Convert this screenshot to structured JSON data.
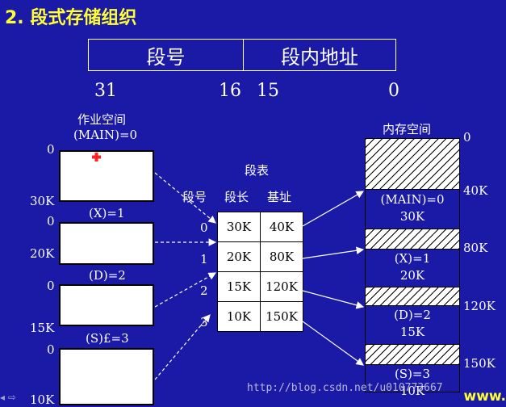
{
  "title": "2. 段式存储组织",
  "address_format": {
    "segment_field": "段号",
    "offset_field": "段内地址"
  },
  "bit_labels": [
    "31",
    "16",
    "15",
    "0"
  ],
  "job_space": {
    "header_line1": "作业空间",
    "header_line2": "(MAIN)=0",
    "segments": [
      {
        "name": "(MAIN)=0",
        "start": "0",
        "end": "30K"
      },
      {
        "name": "(X)=1",
        "start": "0",
        "end": "20K"
      },
      {
        "name": "(D)=2",
        "start": "0",
        "end": "15K"
      },
      {
        "name": "(S)£=3",
        "start": "0",
        "end": "10K"
      }
    ]
  },
  "segment_table": {
    "title": "段表",
    "headers": [
      "段号",
      "段长",
      "基址"
    ],
    "rows": [
      {
        "num": "0",
        "length": "30K",
        "base": "40K"
      },
      {
        "num": "1",
        "length": "20K",
        "base": "80K"
      },
      {
        "num": "2",
        "length": "15K",
        "base": "120K"
      },
      {
        "num": "3",
        "length": "10K",
        "base": "150K"
      }
    ]
  },
  "memory_space": {
    "title": "内存空间",
    "addresses": [
      "0",
      "40K",
      "80K",
      "120K",
      "150K"
    ],
    "segments": [
      {
        "label": "(MAIN)=0",
        "size": "30K"
      },
      {
        "label": "(X)=1",
        "size": "20K"
      },
      {
        "label": "(D)=2",
        "size": "15K"
      },
      {
        "label": "(S)=3",
        "size": "10K"
      }
    ]
  },
  "watermark": "http://blog.csdn.net/u010773667",
  "corner_text": "www.",
  "colors": {
    "background": "#1a1aa6",
    "title": "#ffff33",
    "marker": "#ff2222"
  }
}
